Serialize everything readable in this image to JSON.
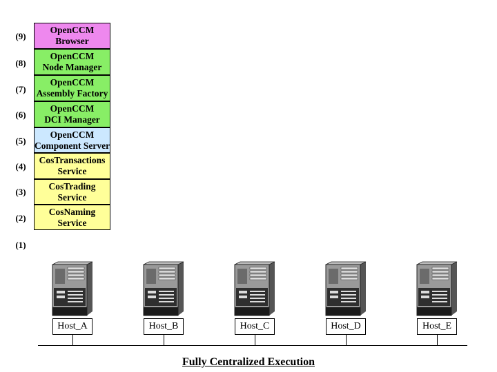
{
  "levels": [
    "(9)",
    "(8)",
    "(7)",
    "(6)",
    "(5)",
    "(4)",
    "(3)",
    "(2)",
    "(1)"
  ],
  "stack": [
    {
      "line1": "OpenCCM",
      "line2": "Browser",
      "color": "#ee88ee"
    },
    {
      "line1": "OpenCCM",
      "line2": "Node Manager",
      "color": "#88ee66"
    },
    {
      "line1": "OpenCCM",
      "line2": "Assembly Factory",
      "color": "#88ee66"
    },
    {
      "line1": "OpenCCM",
      "line2": "DCI Manager",
      "color": "#88ee66"
    },
    {
      "line1": "OpenCCM",
      "line2": "Component Server",
      "color": "#cce8ff"
    },
    {
      "line1": "CosTransactions",
      "line2": "Service",
      "color": "#ffff99"
    },
    {
      "line1": "CosTrading",
      "line2": "Service",
      "color": "#ffff99"
    },
    {
      "line1": "CosNaming",
      "line2": "Service",
      "color": "#ffff99"
    }
  ],
  "hosts": [
    "Host_A",
    "Host_B",
    "Host_C",
    "Host_D",
    "Host_E"
  ],
  "server_icon": "server-tower-icon",
  "caption": "Fully Centralized Execution"
}
